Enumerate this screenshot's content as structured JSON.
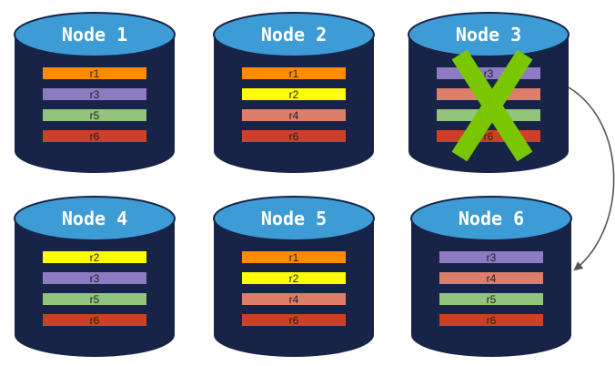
{
  "nodes": [
    {
      "title": "Node 1",
      "failed": false,
      "replicas": [
        "r1",
        "r3",
        "r5",
        "r6"
      ]
    },
    {
      "title": "Node 2",
      "failed": false,
      "replicas": [
        "r1",
        "r2",
        "r4",
        "r6"
      ]
    },
    {
      "title": "Node 3",
      "failed": true,
      "replicas": [
        "r3",
        "r4",
        "r5",
        "r6"
      ]
    },
    {
      "title": "Node 4",
      "failed": false,
      "replicas": [
        "r2",
        "r3",
        "r5",
        "r6"
      ]
    },
    {
      "title": "Node 5",
      "failed": false,
      "replicas": [
        "r1",
        "r2",
        "r4",
        "r6"
      ]
    },
    {
      "title": "Node 6",
      "failed": false,
      "replicas": [
        "r3",
        "r4",
        "r5",
        "r6"
      ]
    }
  ],
  "replica_colors": {
    "r1": "#ff8c00",
    "r2": "#ffff00",
    "r3": "#8e7cc3",
    "r4": "#dd7e6b",
    "r5": "#93c47d",
    "r6": "#cc4125"
  },
  "colors": {
    "cylinder_body": "#172447",
    "cylinder_top": "#3d9bd6",
    "cylinder_edge": "#ffffff",
    "failure_mark": "#7ac600",
    "arrow": "#555555"
  },
  "icons": {
    "failure": "cross-mark-icon",
    "migration": "curved-arrow-icon"
  }
}
